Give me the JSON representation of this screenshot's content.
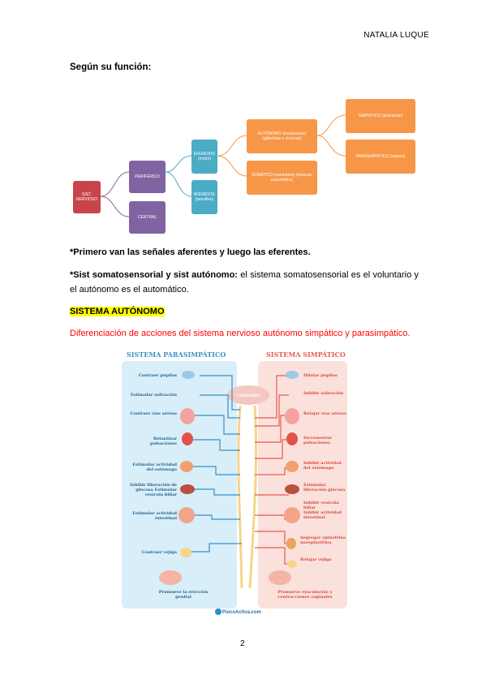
{
  "header": {
    "author": "NATALIA LUQUE"
  },
  "section_heading": "Según su función:",
  "diagram": {
    "root": "SIST. NERVIOSO",
    "periferico": "PERIFÉRICO",
    "central": "CENTRAL",
    "eferente": "EFERENTE (motor)",
    "aferente": "AFERENTE (sensitivo)",
    "autonomo": "AUTÓNOMO (involuntario) (glándulas y vísceras)",
    "somatico": "SOMÁTICO (voluntario) (músculo esquelético)",
    "simpatico": "SIMPÁTICO (activación)",
    "parasimpatico": "PARASIMPÁTICO (reposo)"
  },
  "paragraphs": {
    "p1": "*Primero van las señales aferentes y luego las eferentes.",
    "p2_bold": "*Sist somatosensorial y sist autónomo:",
    "p2_rest": " el sistema somatosensorial es el voluntario y el autónomo es el automático."
  },
  "autonomo_heading": "SISTEMA AUTÓNOMO",
  "caption": "Diferenciación de acciones del sistema nervioso autónomo simpático y parasimpático.",
  "infographic": {
    "title_para": "SISTEMA PARASIMPÁTICO",
    "title_simp": "SISTEMA SIMPÁTICO",
    "center": "CEREBRO",
    "para": [
      "Contraer pupilas",
      "Estimular salivación",
      "Contraer vías aéreas",
      "Relantizar pulsaciones",
      "Estimular actividad del estómago",
      "Inhibir liberación de glucosa Estimular vesícula biliar",
      "Estimular actividad intestinal",
      "Contraer vejiga",
      "Promueve la erección genital"
    ],
    "simp": [
      "Dilatar pupilas",
      "Inhibir salivación",
      "Relajar vías aéreas",
      "Incrementar pulsaciones",
      "Inhibir actividad del estómago",
      "Estimular liberación glucosa",
      "Inhibir vesícula biliar",
      "Inhibir actividad intestinal",
      "Segregar epinefrina norepinefrina",
      "Relajar vejiga",
      "Promueve eyaculación y contracciones vaginales"
    ],
    "brand": "PsicoActiva.com",
    "colors": {
      "para": "#3a8fc6",
      "simp": "#e85a4f"
    }
  },
  "page_number": "2"
}
